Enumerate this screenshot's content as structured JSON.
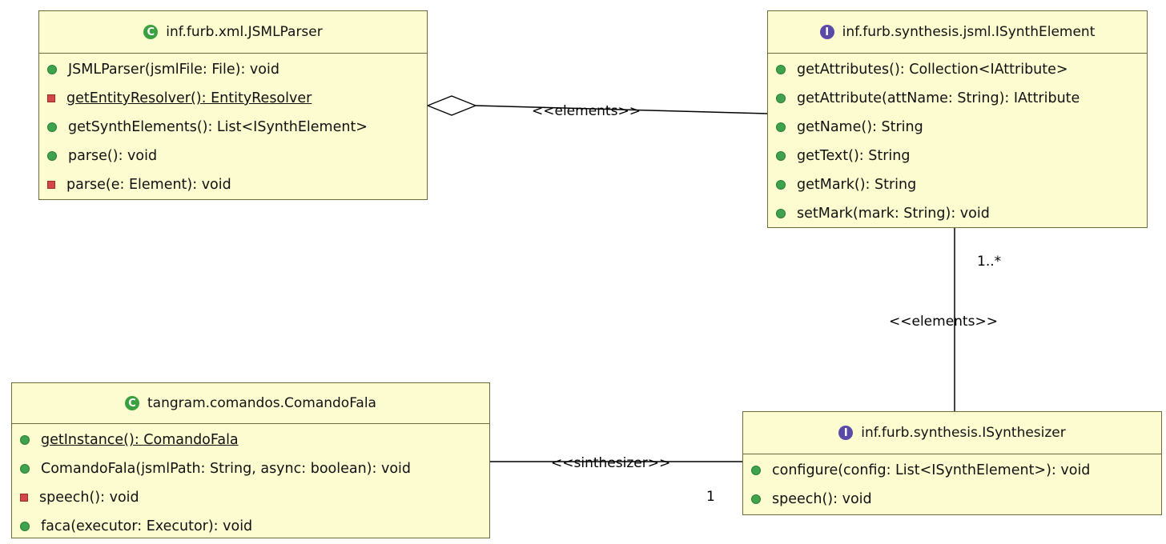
{
  "classes": {
    "jsml_parser": {
      "kind": "class",
      "kind_glyph": "C",
      "name": "inf.furb.xml.JSMLParser",
      "members": [
        {
          "visibility": "public",
          "static": false,
          "text": "JSMLParser(jsmlFile: File): void"
        },
        {
          "visibility": "private",
          "static": true,
          "text": "getEntityResolver(): EntityResolver"
        },
        {
          "visibility": "public",
          "static": false,
          "text": "getSynthElements(): List<ISynthElement>"
        },
        {
          "visibility": "public",
          "static": false,
          "text": "parse(): void"
        },
        {
          "visibility": "private",
          "static": false,
          "text": "parse(e: Element): void"
        }
      ]
    },
    "isynth_element": {
      "kind": "interface",
      "kind_glyph": "I",
      "name": "inf.furb.synthesis.jsml.ISynthElement",
      "members": [
        {
          "visibility": "public",
          "static": false,
          "text": "getAttributes(): Collection<IAttribute>"
        },
        {
          "visibility": "public",
          "static": false,
          "text": "getAttribute(attName: String): IAttribute"
        },
        {
          "visibility": "public",
          "static": false,
          "text": "getName(): String"
        },
        {
          "visibility": "public",
          "static": false,
          "text": "getText(): String"
        },
        {
          "visibility": "public",
          "static": false,
          "text": "getMark(): String"
        },
        {
          "visibility": "public",
          "static": false,
          "text": "setMark(mark: String): void"
        }
      ]
    },
    "comando_fala": {
      "kind": "class",
      "kind_glyph": "C",
      "name": "tangram.comandos.ComandoFala",
      "members": [
        {
          "visibility": "public",
          "static": true,
          "text": "getInstance(): ComandoFala"
        },
        {
          "visibility": "public",
          "static": false,
          "text": "ComandoFala(jsmlPath: String, async: boolean): void"
        },
        {
          "visibility": "private",
          "static": false,
          "text": "speech(): void"
        },
        {
          "visibility": "public",
          "static": false,
          "text": "faca(executor: Executor): void"
        }
      ]
    },
    "isynthesizer": {
      "kind": "interface",
      "kind_glyph": "I",
      "name": "inf.furb.synthesis.ISynthesizer",
      "members": [
        {
          "visibility": "public",
          "static": false,
          "text": "configure(config: List<ISynthElement>): void"
        },
        {
          "visibility": "public",
          "static": false,
          "text": "speech(): void"
        }
      ]
    }
  },
  "relations": {
    "parser_elements": {
      "label": "<<elements>>"
    },
    "synth_elements": {
      "label": "<<elements>>",
      "multiplicity": "1..*"
    },
    "synthesizer_link": {
      "label": "<<sinthesizer>>",
      "multiplicity": "1"
    }
  },
  "colors": {
    "box_fill": "#fdfcd0",
    "box_border": "#6b6b3a",
    "public_marker": "#3fa34d",
    "private_marker": "#d24848",
    "class_icon": "#3aa040",
    "interface_icon": "#5a4aa8"
  }
}
